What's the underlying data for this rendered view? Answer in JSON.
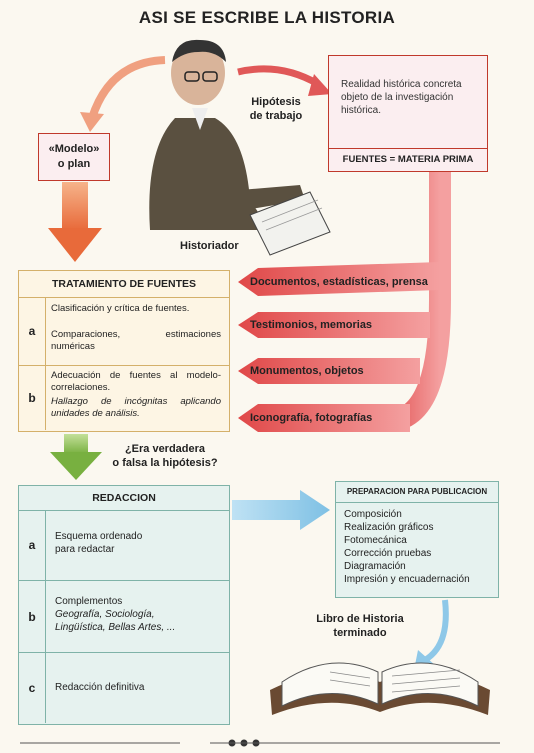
{
  "title": "ASI SE ESCRIBE LA HISTORIA",
  "hipotesis": [
    "Hipótesis",
    "de trabajo"
  ],
  "historiador": "Historiador",
  "realidad": {
    "text": "Realidad histórica concreta objeto de la investigación histórica.",
    "footer": "FUENTES = MATERIA PRIMA"
  },
  "modelo": [
    "«Modelo»",
    "o plan"
  ],
  "tratamiento": {
    "header": "TRATAMIENTO DE FUENTES",
    "rows": [
      {
        "letter": "a",
        "lines": [
          "Clasificación y crítica de fuentes.",
          "Comparaciones, estimaciones numéricas"
        ]
      },
      {
        "letter": "b",
        "lines": [
          "Adecuación de fuentes al modelo-correlaciones.",
          "Hallazgo de incógnitas aplicando unidades de análisis."
        ]
      }
    ]
  },
  "sources": [
    "Documentos, estadísticas, prensa",
    "Testimonios, memorias",
    "Monumentos, objetos",
    "Iconografía, fotografías"
  ],
  "pregunta": [
    "¿Era verdadera",
    "o falsa la hipótesis?"
  ],
  "redaccion": {
    "header": "REDACCION",
    "rows": [
      {
        "letter": "a",
        "lines": [
          "Esquema ordenado",
          "para redactar"
        ]
      },
      {
        "letter": "b",
        "lines": [
          "Complementos",
          "Geografía, Sociología,",
          "Lingüística, Bellas Artes, ..."
        ]
      },
      {
        "letter": "c",
        "lines": [
          "Redacción definitiva"
        ]
      }
    ]
  },
  "preparacion": {
    "header": "PREPARACION PARA PUBLICACION",
    "items": [
      "Composición",
      "Realización gráficos",
      "Fotomecánica",
      "Corrección pruebas",
      "Diagramación",
      "Impresión y encuadernación"
    ]
  },
  "libro": [
    "Libro de Historia",
    "terminado"
  ],
  "colors": {
    "red": "#d9534f",
    "orange": "#e8804a",
    "green": "#8fbf4f",
    "blue": "#8ec8e8"
  }
}
